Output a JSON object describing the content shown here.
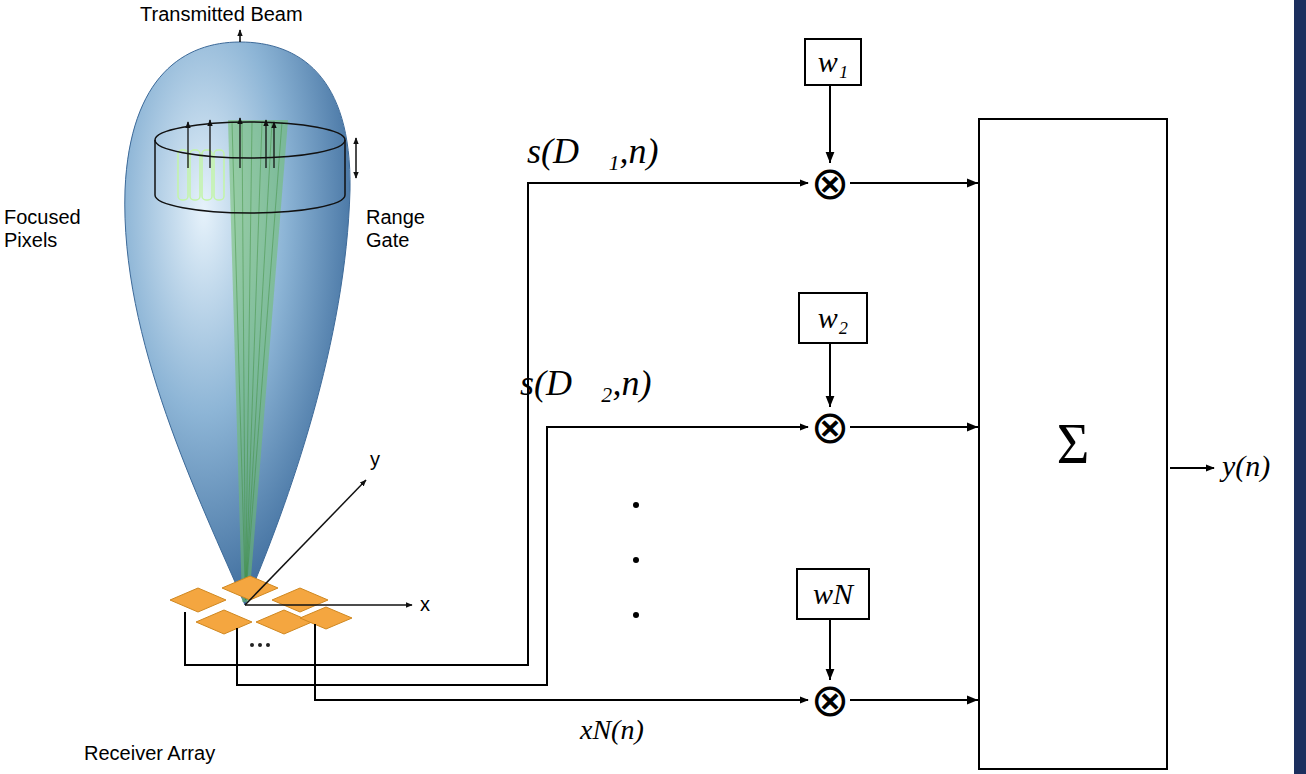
{
  "diagram": {
    "nodes": [
      {
        "text": [
          "w₁"
        ]
      },
      {
        "text": [
          "⊗"
        ]
      },
      {
        "text": [
          "w₂"
        ]
      },
      {
        "text": [
          "⊗"
        ]
      },
      {
        "text": [
          "wN"
        ]
      },
      {
        "text": [
          "⊗"
        ]
      },
      {
        "text": [
          "Σ"
        ]
      }
    ],
    "edges": [
      {
        "from": 0,
        "to": 1,
        "arrow": "to"
      },
      {
        "from": 1,
        "to": 6,
        "arrow": "to"
      },
      {
        "from": 2,
        "to": 3,
        "arrow": "to"
      },
      {
        "from": 3,
        "to": 6,
        "arrow": "to"
      },
      {
        "from": 4,
        "to": 5,
        "arrow": "to"
      },
      {
        "from": 5,
        "to": 6,
        "arrow": "to"
      }
    ],
    "labels": [
      "Transmitted Beam",
      "Focused Pixels",
      "Range Gate",
      "y",
      "x",
      "Receiver Array",
      "s(D⃗₁,n)",
      "s(D⃗₂,n)",
      "xN(n)",
      "y(n)"
    ]
  }
}
